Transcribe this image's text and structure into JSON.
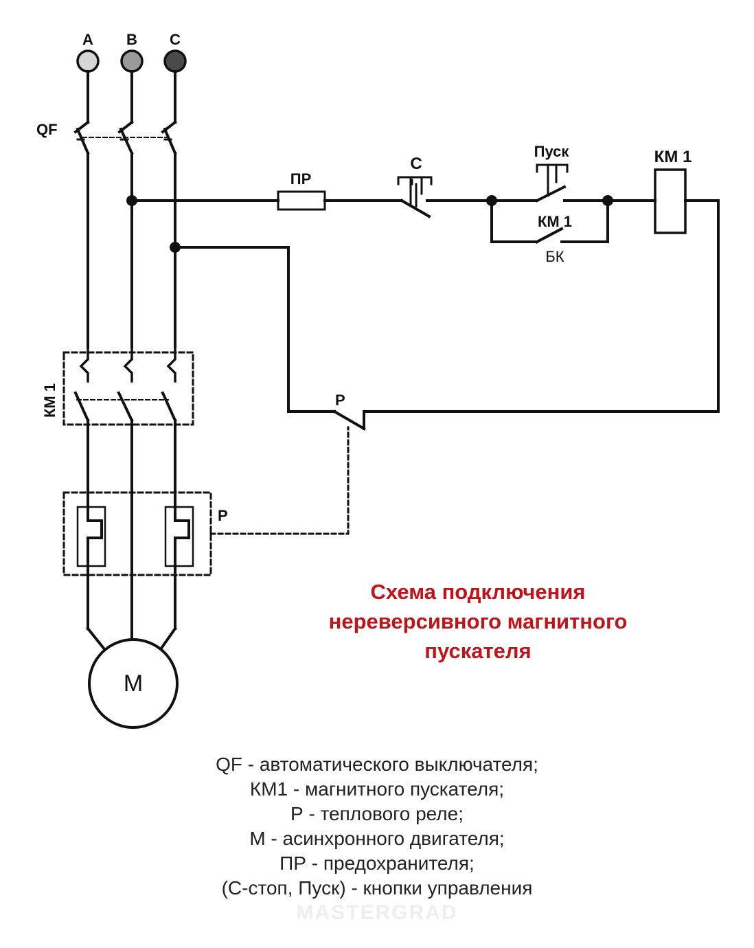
{
  "phases": [
    "A",
    "B",
    "C"
  ],
  "colors": {
    "wire": "#111111",
    "title": "#c0141b",
    "terminal_a": "#d6d6d6",
    "terminal_b": "#9a9a9a",
    "terminal_c": "#4a4a4a"
  },
  "labels": {
    "qf": "QF",
    "km1_power": "КМ 1",
    "relay_heater": "Р",
    "relay_contact": "Р",
    "fuse": "ПР",
    "stop": "С",
    "start": "Пуск",
    "km1_coil": "КМ 1",
    "km1_aux": "КМ 1",
    "aux_contact": "БК",
    "motor": "М"
  },
  "title_lines": [
    "Схема подключения",
    "нереверсивного магнитного",
    "пускателя"
  ],
  "legend_lines": [
    "QF - автоматического выключателя;",
    "КМ1 - магнитного пускателя;",
    "Р - теплового реле;",
    "М - асинхронного двигателя;",
    "ПР - предохранителя;",
    "(С-стоп, Пуск) - кнопки управления"
  ],
  "watermark": "MASTERGRAD",
  "icons": [
    "terminal-icon",
    "breaker-icon",
    "contactor-icon",
    "thermal-relay-icon",
    "fuse-icon",
    "push-button-icon",
    "coil-icon",
    "motor-icon"
  ]
}
